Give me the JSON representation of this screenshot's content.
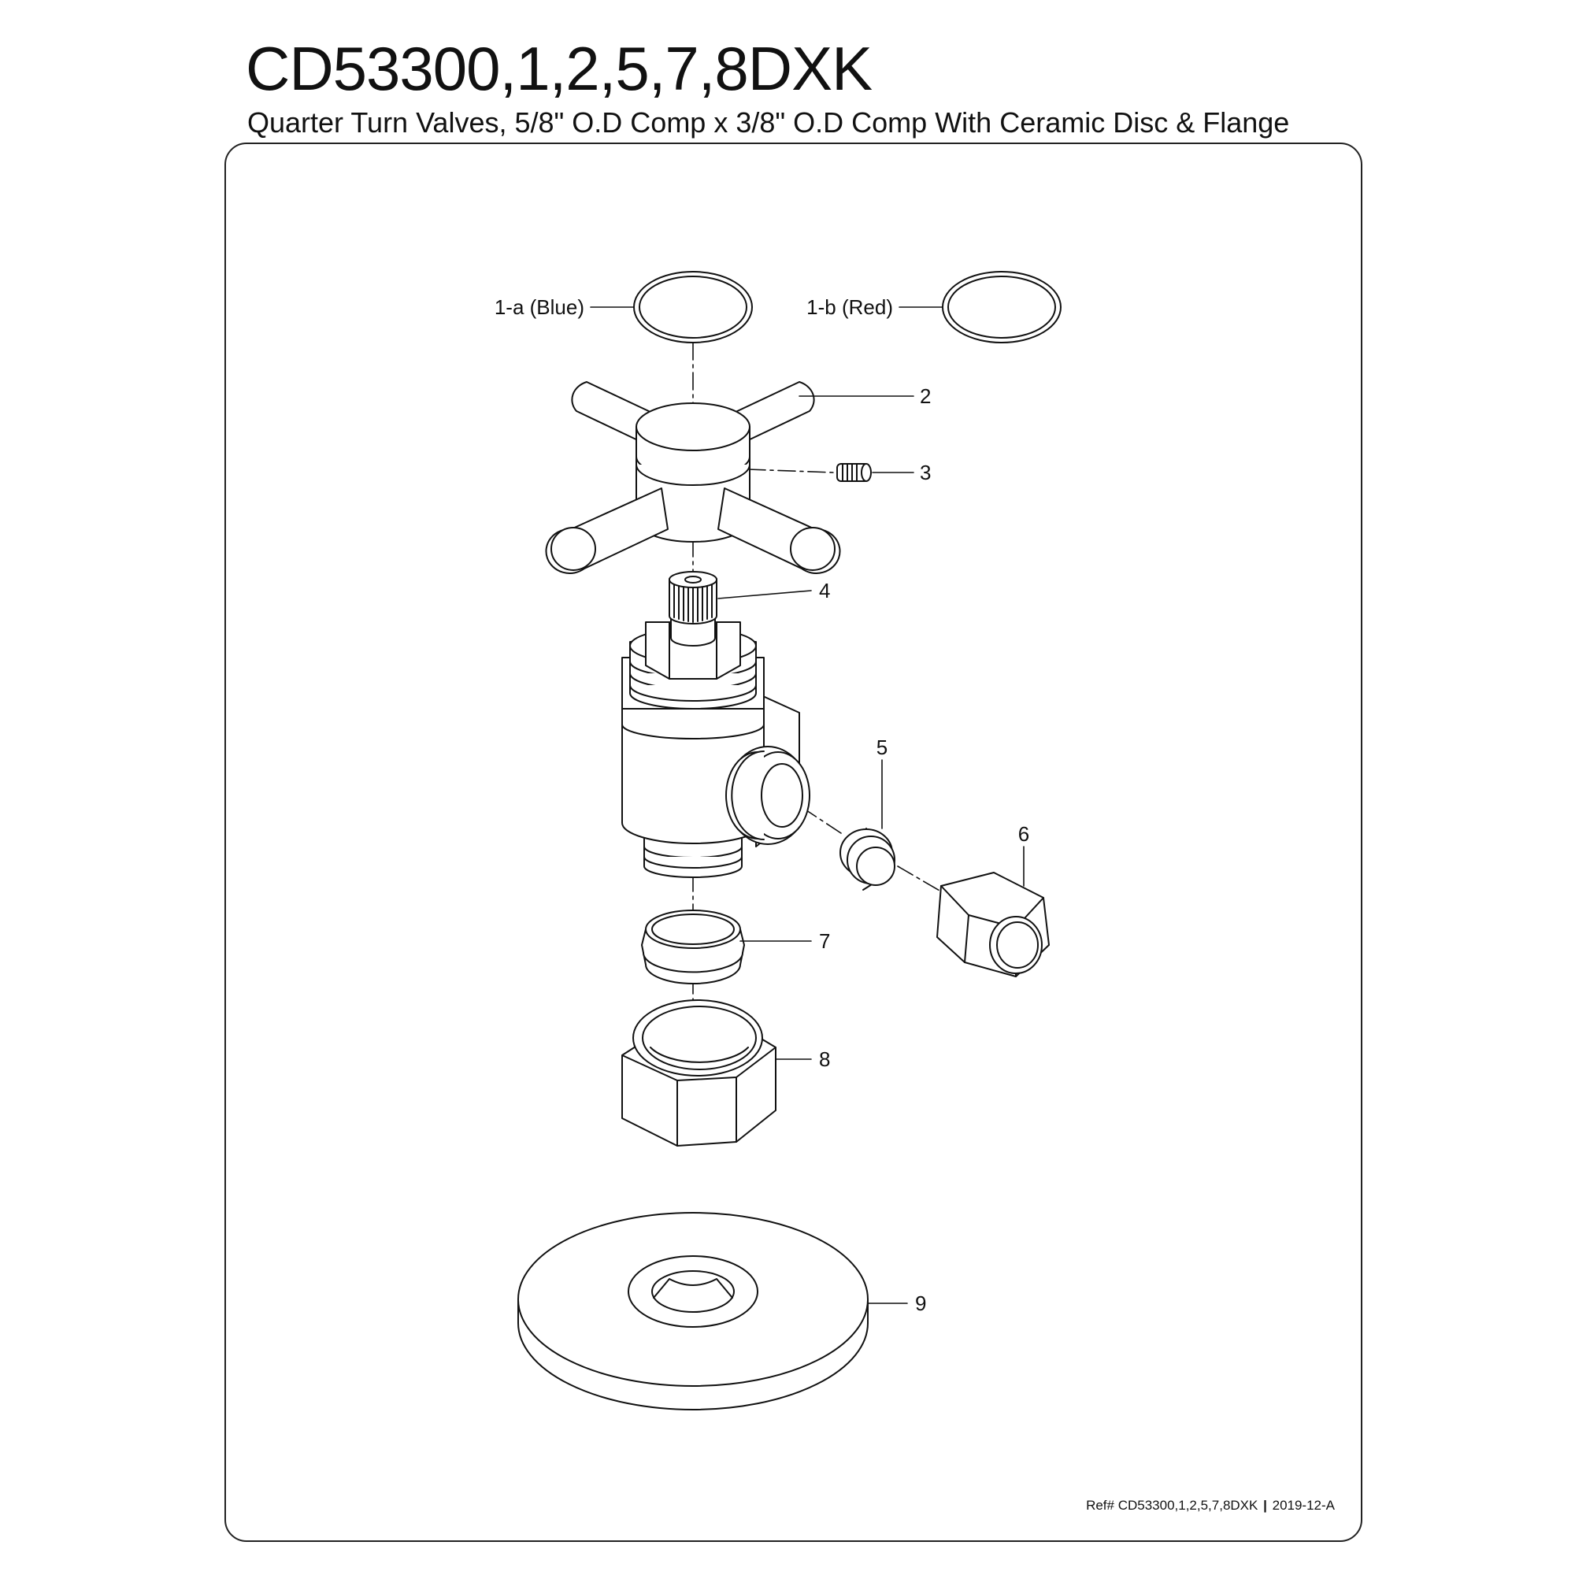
{
  "header": {
    "title": "CD53300,1,2,5,7,8DXK",
    "subtitle": "Quarter Turn Valves, 5/8\" O.D Comp x 3/8\" O.D Comp With Ceramic Disc & Flange"
  },
  "callouts": {
    "c1a": "1-a (Blue)",
    "c1b": "1-b (Red)",
    "c2": "2",
    "c3": "3",
    "c4": "4",
    "c5": "5",
    "c6": "6",
    "c7": "7",
    "c8": "8",
    "c9": "9"
  },
  "footer": {
    "ref_code": "Ref# CD53300,1,2,5,7,8DXK",
    "separator": "|",
    "revision": "2019-12-A"
  }
}
